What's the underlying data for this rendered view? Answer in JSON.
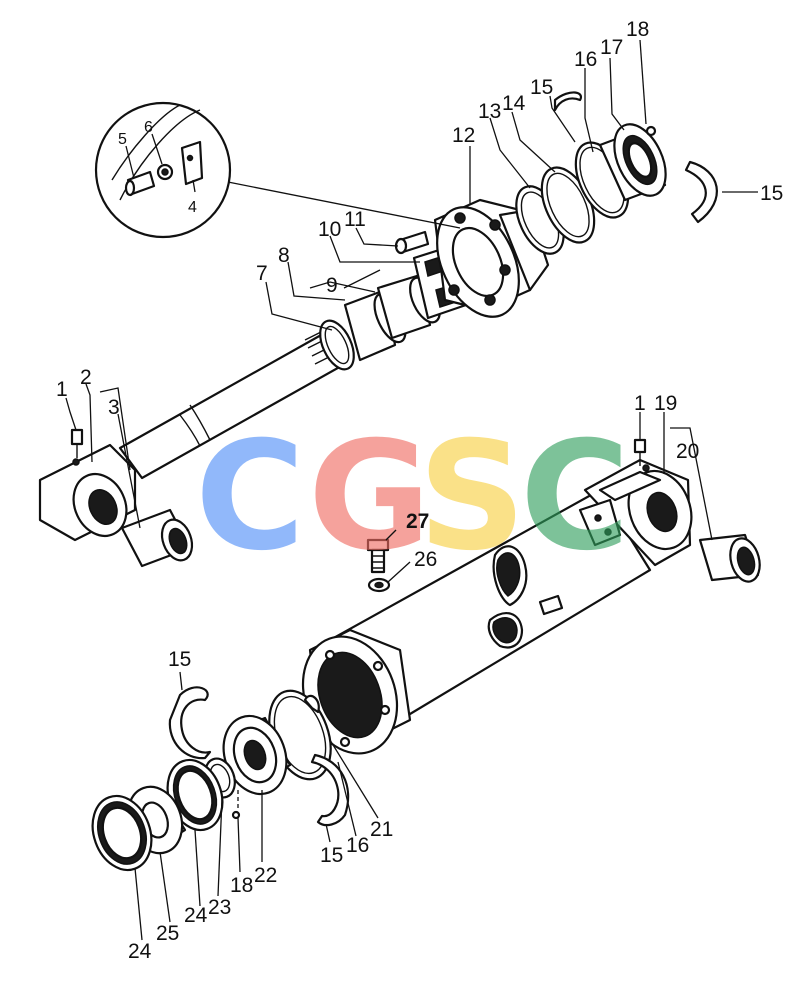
{
  "diagram": {
    "callouts": [
      {
        "id": "c1a",
        "text": "1"
      },
      {
        "id": "c2",
        "text": "2"
      },
      {
        "id": "c3",
        "text": "3"
      },
      {
        "id": "c4",
        "text": "4"
      },
      {
        "id": "c5",
        "text": "5"
      },
      {
        "id": "c6",
        "text": "6"
      },
      {
        "id": "c7",
        "text": "7"
      },
      {
        "id": "c8",
        "text": "8"
      },
      {
        "id": "c9",
        "text": "9"
      },
      {
        "id": "c10",
        "text": "10"
      },
      {
        "id": "c11",
        "text": "11"
      },
      {
        "id": "c12",
        "text": "12"
      },
      {
        "id": "c13",
        "text": "13"
      },
      {
        "id": "c14",
        "text": "14"
      },
      {
        "id": "c15a",
        "text": "15"
      },
      {
        "id": "c16a",
        "text": "16"
      },
      {
        "id": "c17",
        "text": "17"
      },
      {
        "id": "c18a",
        "text": "18"
      },
      {
        "id": "c15b",
        "text": "15"
      },
      {
        "id": "c1b",
        "text": "1"
      },
      {
        "id": "c19",
        "text": "19"
      },
      {
        "id": "c20",
        "text": "20"
      },
      {
        "id": "c27",
        "text": "27"
      },
      {
        "id": "c26",
        "text": "26"
      },
      {
        "id": "c15c",
        "text": "15"
      },
      {
        "id": "c15d",
        "text": "15"
      },
      {
        "id": "c16b",
        "text": "16"
      },
      {
        "id": "c21",
        "text": "21"
      },
      {
        "id": "c22",
        "text": "22"
      },
      {
        "id": "c18b",
        "text": "18"
      },
      {
        "id": "c23",
        "text": "23"
      },
      {
        "id": "c24a",
        "text": "24"
      },
      {
        "id": "c25",
        "text": "25"
      },
      {
        "id": "c24b",
        "text": "24"
      }
    ],
    "watermark": {
      "letters": [
        "C",
        "G",
        "S",
        "C"
      ],
      "colors": [
        "#4f8ef7",
        "#f06a60",
        "#f8cf40",
        "#2e9e5b"
      ]
    }
  }
}
